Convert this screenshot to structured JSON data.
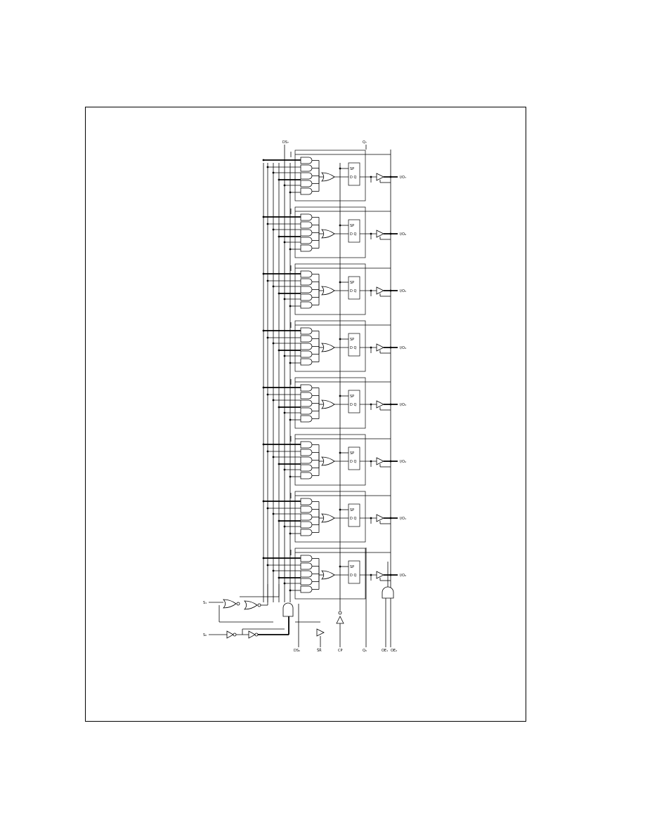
{
  "pins": {
    "top": [
      {
        "id": "ds7",
        "label": "DS₇"
      },
      {
        "id": "q7",
        "label": "Q₇"
      }
    ],
    "bottom": [
      {
        "id": "ds0",
        "label": "DS₀"
      },
      {
        "id": "sr",
        "label": "S̄R̄"
      },
      {
        "id": "cp",
        "label": "CP"
      },
      {
        "id": "q0",
        "label": "Q₀"
      },
      {
        "id": "oe1",
        "label": "OE₁"
      },
      {
        "id": "oe2",
        "label": "OE₂"
      }
    ],
    "left": [
      {
        "id": "s1",
        "label": "S₁"
      },
      {
        "id": "s0",
        "label": "S₀"
      }
    ]
  },
  "stages": [
    {
      "ff_top": "SP",
      "ff_bottom": "D  Q",
      "io_label": "I/O₇"
    },
    {
      "ff_top": "SP",
      "ff_bottom": "D  Q",
      "io_label": "I/O₆"
    },
    {
      "ff_top": "SP",
      "ff_bottom": "D  Q",
      "io_label": "I/O₅"
    },
    {
      "ff_top": "SP",
      "ff_bottom": "D  Q",
      "io_label": "I/O₄"
    },
    {
      "ff_top": "SP",
      "ff_bottom": "D  Q",
      "io_label": "I/O₃"
    },
    {
      "ff_top": "SP",
      "ff_bottom": "D  Q",
      "io_label": "I/O₂"
    },
    {
      "ff_top": "SP",
      "ff_bottom": "D  Q",
      "io_label": "I/O₁"
    },
    {
      "ff_top": "SP",
      "ff_bottom": "D  Q",
      "io_label": "I/O₀"
    }
  ]
}
